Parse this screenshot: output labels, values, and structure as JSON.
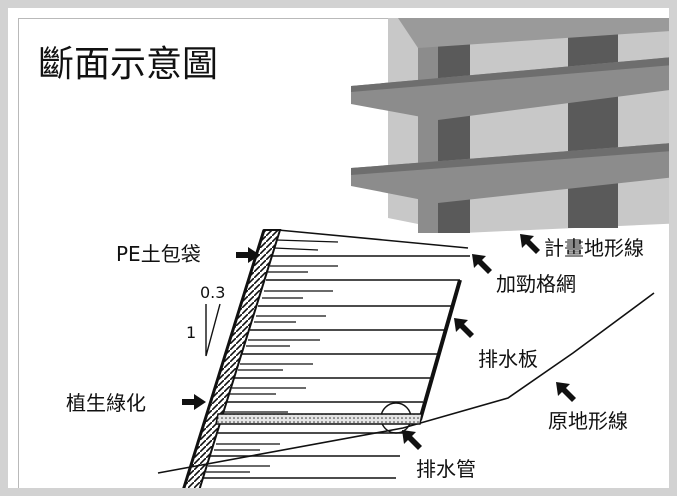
{
  "title": "斷面示意圖",
  "labels": {
    "pe_bag": "PE土包袋",
    "planned_terrain": "計畫地形線",
    "geogrid": "加勁格網",
    "slope_ratio_top": "0.3",
    "slope_ratio_side": "1",
    "drain_board": "排水板",
    "vegetation": "植生綠化",
    "original_terrain": "原地形線",
    "drain_pipe": "排水管"
  },
  "colors": {
    "background": "#ffffff",
    "frame": "#d2d2d2",
    "building_dark": "#5a5a5a",
    "building_mid": "#8c8c8c",
    "building_light": "#c8c8c8",
    "line": "#111111"
  }
}
